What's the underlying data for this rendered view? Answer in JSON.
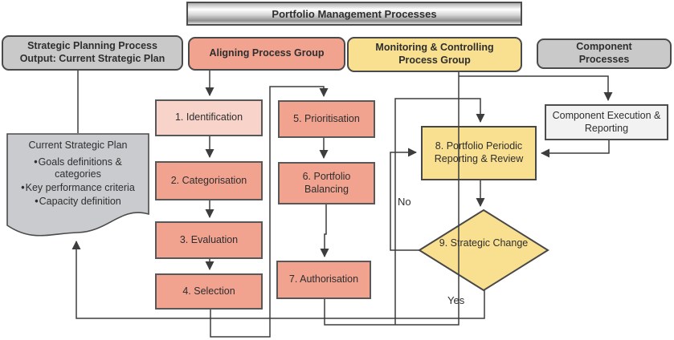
{
  "banner": {
    "title": "Portfolio Management Processes"
  },
  "headers": {
    "strategic_planning_line1": "Strategic Planning Process",
    "strategic_planning_line2": "Output: Current Strategic Plan",
    "aligning": "Aligning Process Group",
    "monitoring": "Monitoring & Controlling Process Group",
    "component_line1": "Component",
    "component_line2": "Processes"
  },
  "strategic_plan_document": {
    "title": "Current Strategic Plan",
    "bullets": [
      "Goals definitions & categories",
      "Key performance criteria",
      "Capacity definition"
    ]
  },
  "processes": [
    {
      "label": "1. Identification"
    },
    {
      "label": "2. Categorisation"
    },
    {
      "label": "3. Evaluation"
    },
    {
      "label": "4. Selection"
    },
    {
      "label": "5. Prioritisation"
    },
    {
      "label": "6. Portfolio Balancing"
    },
    {
      "label": "7. Authorisation"
    },
    {
      "label": "8. Portfolio Periodic Reporting & Review"
    },
    {
      "label": "9. Strategic Change"
    }
  ],
  "component_execution": {
    "label": "Component Execution & Reporting"
  },
  "decision": {
    "no": "No",
    "yes": "Yes"
  },
  "colors": {
    "salmon": "#f2a390",
    "light_salmon": "#f8d3c9",
    "yellow": "#f9df90",
    "gray_header": "#c9c9c9",
    "document_gray": "#c9cbce",
    "execution_box": "#f2f2f2",
    "line": "#3d3d3d"
  }
}
